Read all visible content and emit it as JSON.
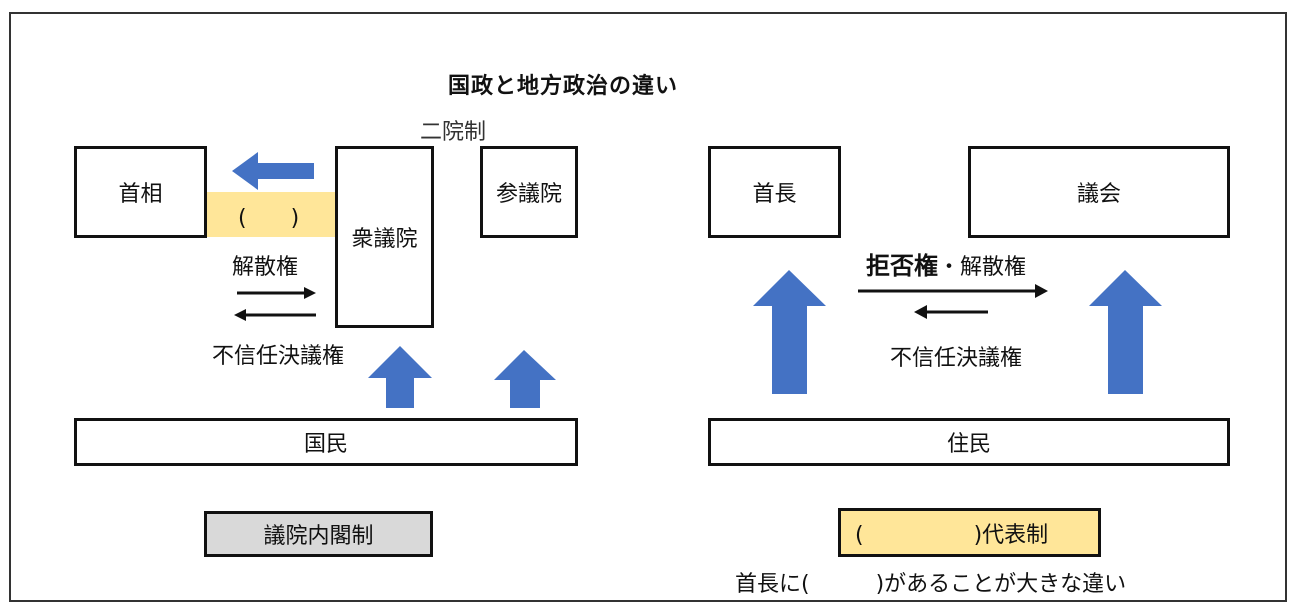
{
  "title": "国政と地方政治の違い",
  "national": {
    "bicameral_label": "二院制",
    "prime_minister": "首相",
    "lower_house": "衆議院",
    "upper_house": "参議院",
    "blank_label": "(　　)",
    "dissolution_right": "解散権",
    "no_confidence": "不信任決議権",
    "citizens": "国民",
    "system": "議院内閣制"
  },
  "local": {
    "chief": "首長",
    "assembly": "議会",
    "veto_bold": "拒否権",
    "veto_rest": "・解散権",
    "no_confidence": "不信任決議権",
    "residents": "住民",
    "system_blank": "(　　　　　)代表制",
    "note": "首長に(　　　)があることが大きな違い"
  },
  "colors": {
    "arrow_blue": "#4472c4",
    "highlight_yellow": "#ffe699",
    "gray_box": "#d9d9d9"
  }
}
